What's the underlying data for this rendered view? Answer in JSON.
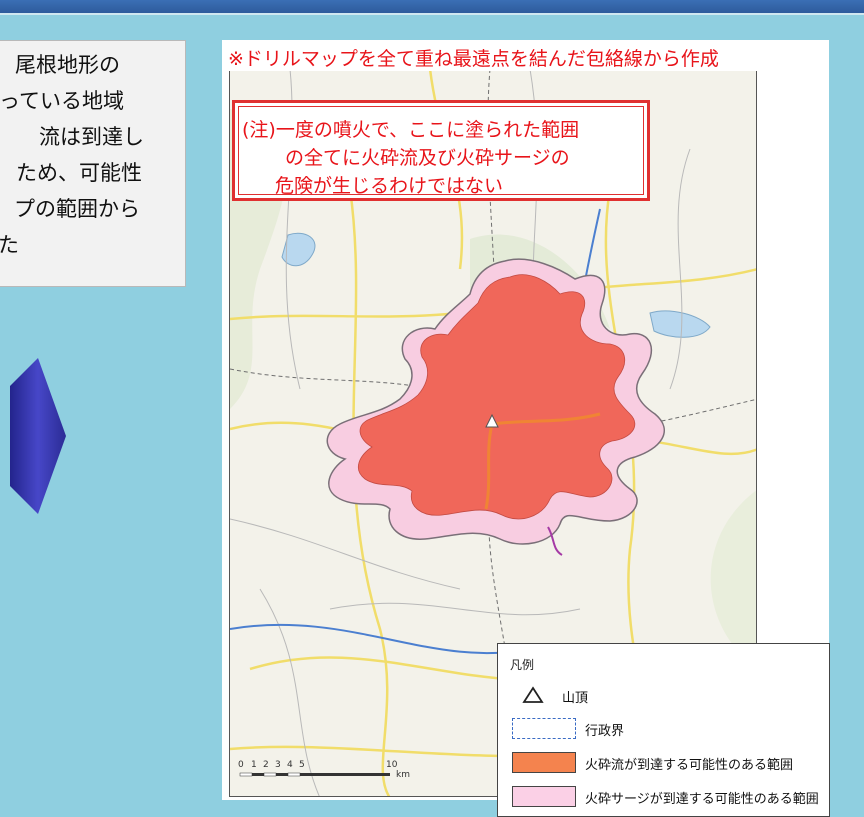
{
  "left_text": {
    "lines": [
      "尾根地形の",
      "っている地域",
      "流は到達し",
      "ため、可能性",
      "プの範囲から",
      "た"
    ]
  },
  "map": {
    "title": "※ドリルマップを全て重ね最遠点を結んだ包絡線から作成",
    "note_lines": [
      "(注)一度の噴火で、ここに塗られた範囲",
      "の全てに火砕流及び火砕サージの",
      "危険が生じるわけではない"
    ],
    "scale_labels": [
      "0",
      "1",
      "2",
      "3",
      "4",
      "5",
      "10",
      "km"
    ]
  },
  "legend": {
    "title": "凡例",
    "items": [
      {
        "label": "山頂",
        "icon": "triangle-icon"
      },
      {
        "label": "行政界",
        "icon": "dashed-boundary"
      },
      {
        "label": "火砕流が到達する可能性のある範囲",
        "color": "#f4834e"
      },
      {
        "label": "火砕サージが到達する可能性のある範囲",
        "color": "#fbd0e6"
      }
    ]
  },
  "colors": {
    "background": "#8fcfe0",
    "top_bar": "#2d5b9c",
    "flow_area": "#f06a5a",
    "surge_area": "#f7c7dc",
    "accent_red": "#e8141a",
    "arrow": "#3b3bb0"
  }
}
